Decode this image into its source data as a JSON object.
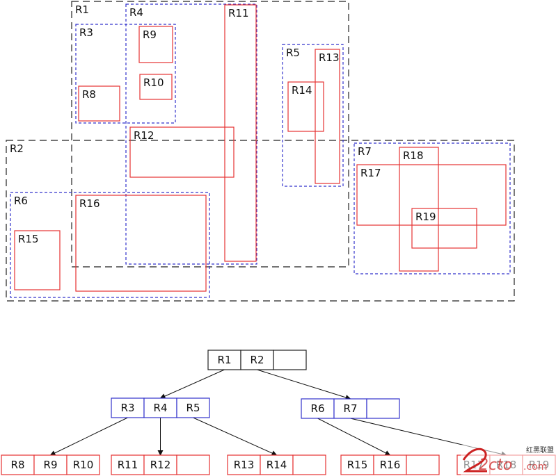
{
  "colors": {
    "level1_border": "#222222",
    "level2_border": "#3333cc",
    "leaf_border": "#e53333",
    "edge": "#111111",
    "watermark": "#cc2222"
  },
  "regions": {
    "level1": [
      {
        "id": "R1",
        "label": "R1"
      },
      {
        "id": "R2",
        "label": "R2"
      }
    ],
    "level2": [
      {
        "id": "R3",
        "label": "R3"
      },
      {
        "id": "R4",
        "label": "R4"
      },
      {
        "id": "R5",
        "label": "R5"
      },
      {
        "id": "R6",
        "label": "R6"
      },
      {
        "id": "R7",
        "label": "R7"
      }
    ],
    "leaves": [
      {
        "id": "R8",
        "label": "R8"
      },
      {
        "id": "R9",
        "label": "R9"
      },
      {
        "id": "R10",
        "label": "R10"
      },
      {
        "id": "R11",
        "label": "R11"
      },
      {
        "id": "R12",
        "label": "R12"
      },
      {
        "id": "R13",
        "label": "R13"
      },
      {
        "id": "R14",
        "label": "R14"
      },
      {
        "id": "R15",
        "label": "R15"
      },
      {
        "id": "R16",
        "label": "R16"
      },
      {
        "id": "R17",
        "label": "R17"
      },
      {
        "id": "R18",
        "label": "R18"
      },
      {
        "id": "R19",
        "label": "R19"
      }
    ]
  },
  "tree": {
    "root": {
      "id": "root",
      "entries": [
        "R1",
        "R2",
        ""
      ]
    },
    "internal": [
      {
        "id": "n-r1",
        "entries": [
          "R3",
          "R4",
          "R5"
        ]
      },
      {
        "id": "n-r2",
        "entries": [
          "R6",
          "R7",
          ""
        ]
      }
    ],
    "leaves": [
      {
        "id": "n-r3",
        "entries": [
          "R8",
          "R9",
          "R10"
        ]
      },
      {
        "id": "n-r4",
        "entries": [
          "R11",
          "R12",
          ""
        ]
      },
      {
        "id": "n-r5",
        "entries": [
          "R13",
          "R14",
          ""
        ]
      },
      {
        "id": "n-r6",
        "entries": [
          "R15",
          "R16",
          ""
        ]
      },
      {
        "id": "n-r7",
        "entries": [
          "R17",
          "R18",
          "R19"
        ]
      }
    ],
    "edges": [
      {
        "from": "root",
        "slot": 0,
        "to": "n-r1"
      },
      {
        "from": "root",
        "slot": 1,
        "to": "n-r2"
      },
      {
        "from": "n-r1",
        "slot": 0,
        "to": "n-r3"
      },
      {
        "from": "n-r1",
        "slot": 1,
        "to": "n-r4"
      },
      {
        "from": "n-r1",
        "slot": 2,
        "to": "n-r5"
      },
      {
        "from": "n-r2",
        "slot": 0,
        "to": "n-r6"
      },
      {
        "from": "n-r2",
        "slot": 1,
        "to": "n-r7"
      }
    ]
  },
  "watermark": {
    "logo_text": "2cto",
    "suffix": ".com",
    "cn_text": "红黑联盟"
  }
}
